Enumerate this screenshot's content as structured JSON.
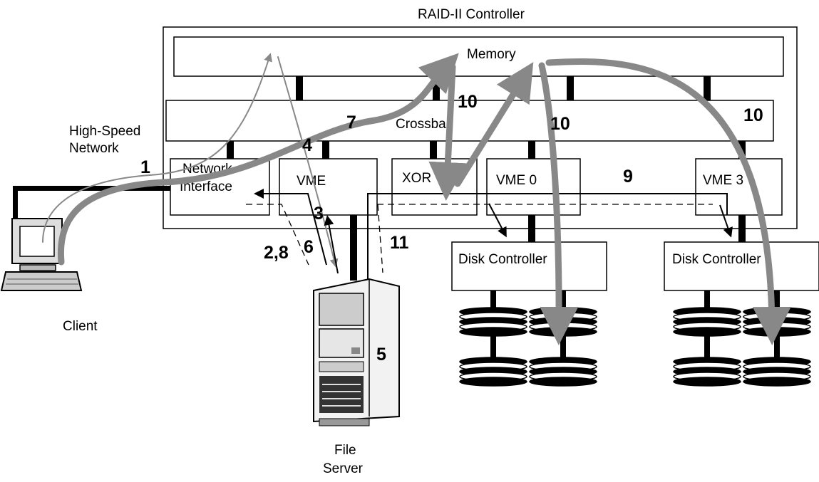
{
  "colors": {
    "flow": "#888888",
    "line": "#000000"
  },
  "labels": {
    "controller": "RAID-II Controller",
    "memory": "Memory",
    "crossbar": "Crossbar",
    "network": "High-Speed\nNetwork",
    "network_line1": "High-Speed",
    "network_line2": "Network",
    "netif_line1": "Network",
    "netif_line2": "Interface",
    "vme": "VME",
    "xor": "XOR",
    "vme0": "VME 0",
    "vme3": "VME 3",
    "disk_controller_1": "Disk Controller",
    "disk_controller_2": "Disk Controller",
    "client": "Client",
    "fileserver_line1": "File",
    "fileserver_line2": "Server"
  },
  "steps": {
    "s1": "1",
    "s28": "2,8",
    "s3": "3",
    "s4": "4",
    "s5": "5",
    "s6": "6",
    "s7": "7",
    "s9": "9",
    "s10a": "10",
    "s10b": "10",
    "s10c": "10",
    "s11": "11"
  }
}
